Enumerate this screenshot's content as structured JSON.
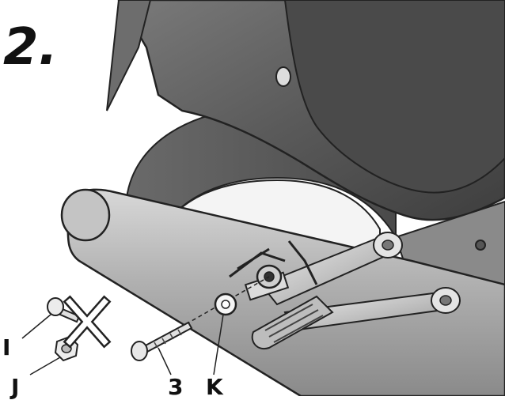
{
  "step_number": "2.",
  "callouts": {
    "screw_removed": "I",
    "nut_removed": "J",
    "new_bolt": "3",
    "washer": "K"
  },
  "icons": {
    "discard_mark": "x-mark-icon"
  }
}
